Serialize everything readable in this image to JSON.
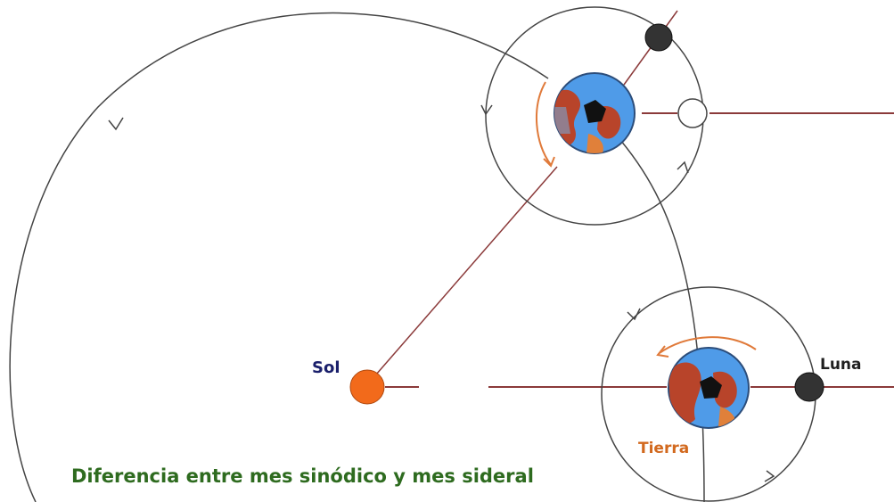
{
  "labels": {
    "sun": "Sol",
    "moon": "Luna",
    "earth": "Tierra",
    "caption": "Diferencia entre mes sinódico y mes sideral"
  },
  "colors": {
    "sun": "#f26a1b",
    "sun_label": "#1a1f6b",
    "earth_label": "#d2691e",
    "caption": "#2e6b1f",
    "sunline": "#8b3a3a",
    "moon_dark": "#333333",
    "moon_light": "#ffffff",
    "orbit": "#444444",
    "ocean": "#4f9be8",
    "land": "#b8442a",
    "rotation_arrow": "#e07a3a"
  },
  "icons": {
    "sun": "orange-disc",
    "earth": "earth-globe",
    "moon": "moon-disc"
  }
}
